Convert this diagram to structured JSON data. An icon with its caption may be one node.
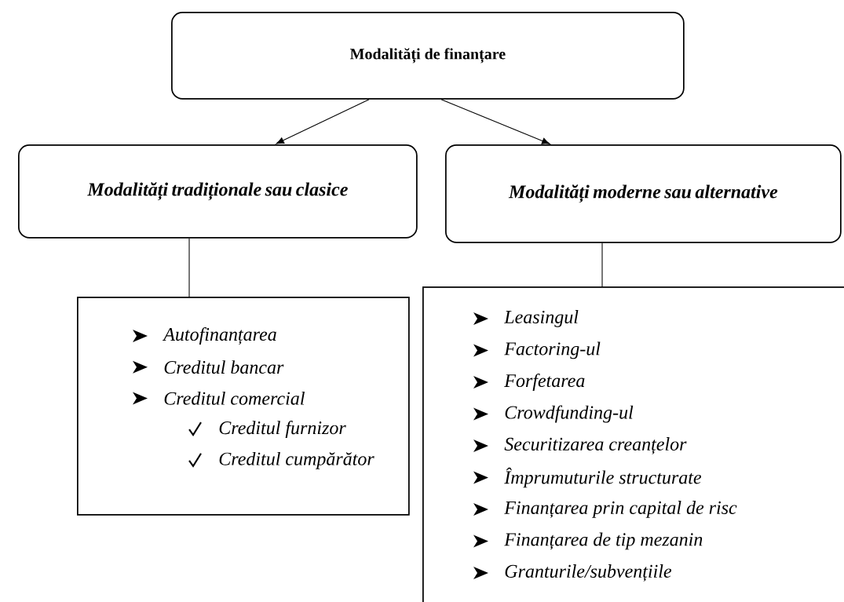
{
  "diagram": {
    "nodes": [
      {
        "text": [
          "Modalități de finanțare"
        ]
      },
      {
        "text": [
          "Modalități tradiționale sau clasice"
        ]
      },
      {
        "text": [
          "Modalități moderne sau alternative"
        ]
      },
      {
        "text": [
          "Autofinanțarea",
          "Creditul bancar",
          "Creditul comercial",
          "Creditul furnizor",
          "Creditul cumpărător"
        ]
      },
      {
        "text": [
          "Leasingul",
          "Factoring-ul",
          "Forfetarea",
          "Crowdfunding-ul",
          "Securitizarea creanțelor",
          "Împrumuturile structurate",
          "Finanțarea prin capital de risc",
          "Finanțarea de tip mezanin",
          "Granturile/subvențiile"
        ]
      }
    ],
    "edges": [
      {
        "from": 0,
        "to": 1,
        "arrow": "to"
      },
      {
        "from": 0,
        "to": 2,
        "arrow": "to"
      },
      {
        "from": 1,
        "to": 3,
        "arrow": "none"
      },
      {
        "from": 2,
        "to": 4,
        "arrow": "none"
      }
    ]
  }
}
